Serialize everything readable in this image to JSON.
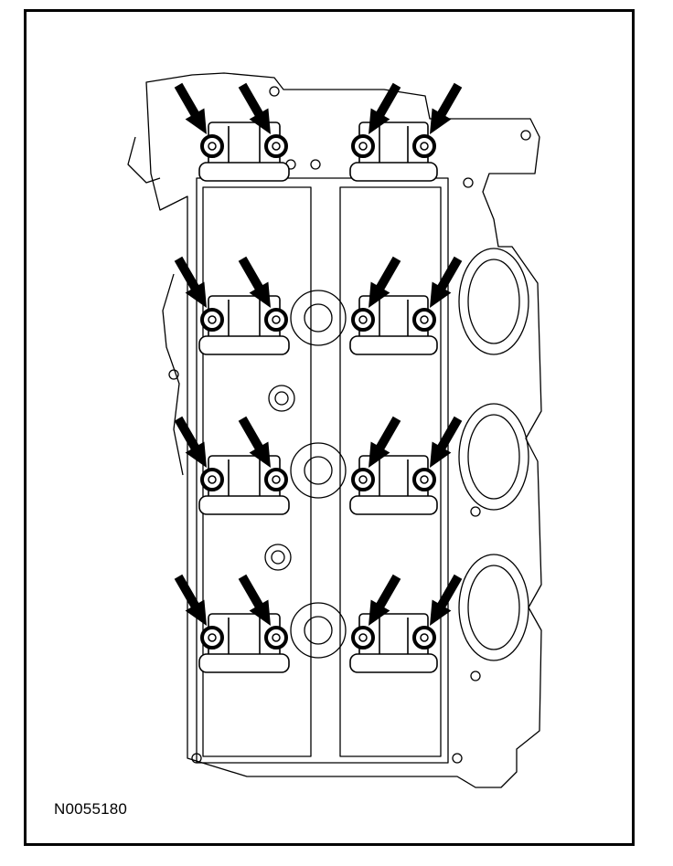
{
  "figure": {
    "id_label": "N0055180",
    "ink_color": "#000000",
    "paper_color": "#ffffff"
  },
  "diagram": {
    "subject": "cylinder-head-camshaft-bearing-caps",
    "bolt_rows": 4,
    "bolts_per_row": 4,
    "arrow_count": 16,
    "icons": [
      "pointer-arrow-icon",
      "bolt-icon"
    ]
  }
}
